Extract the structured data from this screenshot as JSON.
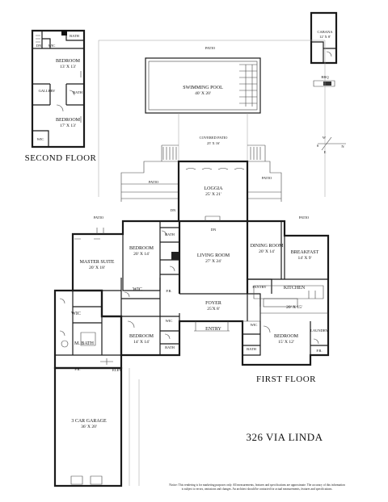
{
  "address": "326 VIA LINDA",
  "floors": {
    "first": "FIRST FLOOR",
    "second": "SECOND FLOOR"
  },
  "compass": {
    "w": "W",
    "s": "S",
    "e": "E",
    "n": "N"
  },
  "rooms": {
    "bath_s1": "BATH",
    "dn_s": "DN",
    "wic_s1": "WIC",
    "bedroom_s1": "BEDROOM",
    "bedroom_s1_dim": "13' X 13'",
    "gallery": "GALLERY",
    "bath_s2": "BATH",
    "bedroom_s2": "BEDROOM",
    "bedroom_s2_dim": "17' X 13'",
    "wic_s2": "WIC",
    "patio_top": "PATIO",
    "pool": "SWIMMING POOL",
    "pool_dim": "40' X 20'",
    "cabana": "CABANA",
    "cabana_dim": "12' X 8'",
    "bbq": "BBQ",
    "covered_patio": "COVERED PATIO",
    "covered_patio_dim": "25' X 16'",
    "patio_left": "PATIO",
    "patio_right": "PATIO",
    "loggia": "LOGGIA",
    "loggia_dim": "25' X 21'",
    "dn_loggia": "DN",
    "dn_living": "DN",
    "patio_west": "PATIO",
    "patio_east": "PATIO",
    "bedroom_a": "BEDROOM",
    "bedroom_a_dim": "20' X 14'",
    "bath_a": "BATH",
    "living": "LIVING ROOM",
    "living_dim": "27' X 24'",
    "dining": "DINING ROOM",
    "dining_dim": "20' X 14'",
    "breakfast": "BREAKFAST",
    "breakfast_dim": "14' X 9'",
    "master": "MASTER SUITE",
    "master_dim": "20' X 18'",
    "wic_a": "WIC",
    "pr_a": "P.R.",
    "wic_b": "WIC",
    "pantry": "PANTRY",
    "kitchen": "KITCHEN",
    "kitchen_dim": "20' X 15'",
    "foyer": "FOYER",
    "foyer_dim": "25'X 8'",
    "wic_m": "WIC",
    "wic_c": "WIC",
    "bedroom_b": "BEDROOM",
    "bedroom_b_dim": "14' X 14'",
    "bath_b": "BATH",
    "entry": "ENTRY",
    "bedroom_c": "BEDROOM",
    "bedroom_c_dim": "15' X 12'",
    "bath_c": "BATH",
    "laundry": "LAUNDRY",
    "pr_c": "P.R.",
    "mbath": "M. BATH",
    "pr_m": "P.R.",
    "elev": "ELEV.",
    "garage": "3 CAR GARAGE",
    "garage_dim": "36' X 20'"
  },
  "notice_line1": "Notice: This rendering is for marketing purposes only. All measurements, features and specifications are approximate. The accuracy of this information",
  "notice_line2": "is subject to errors, omissions and changes. An architect should be contacted for actual measurements, features and specifications."
}
